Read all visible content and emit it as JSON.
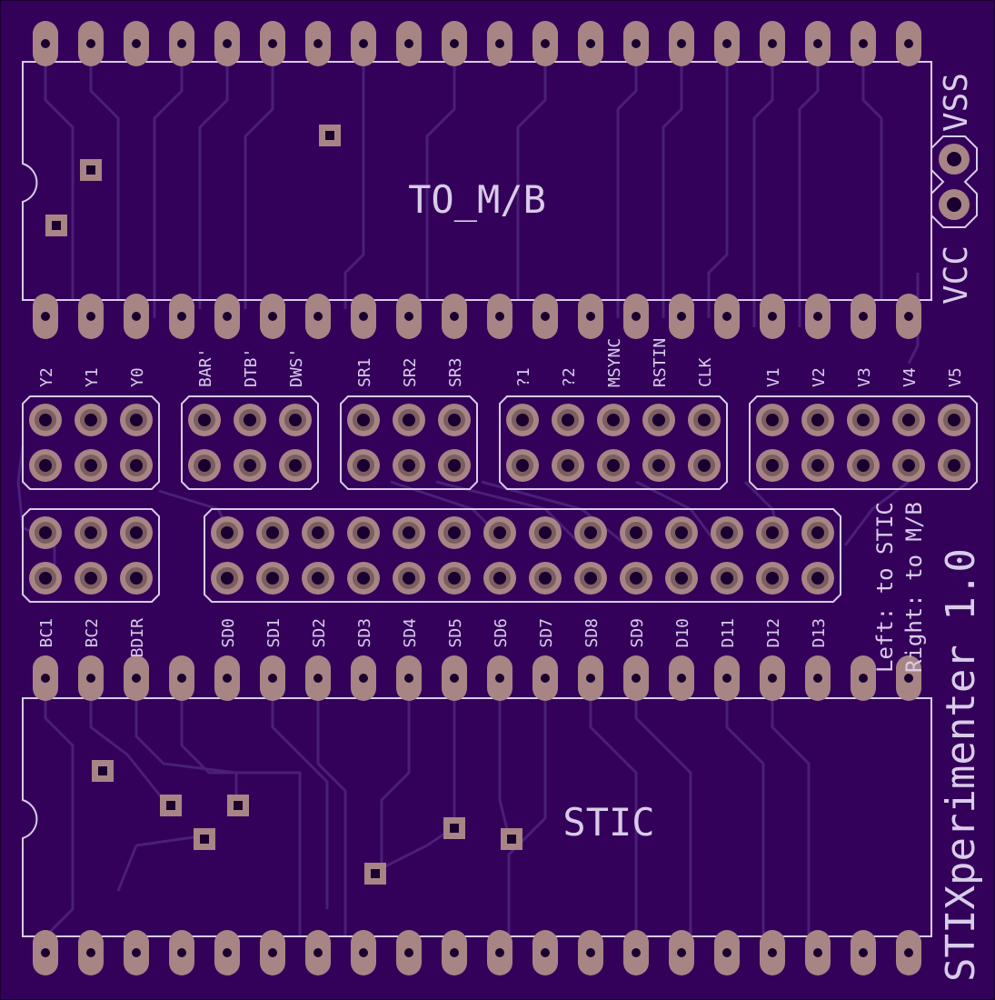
{
  "board": {
    "title_line": "STIXperimenter 1.0",
    "note_left": "Left: to STIC",
    "note_right": "Right: to M/B",
    "colors": {
      "board": "#33005a",
      "trace": "#4a1f78",
      "pad": "#a78585",
      "pad_dark": "#7a5e60",
      "hole": "#1a0030",
      "silk": "#d8cce8"
    }
  },
  "chips": {
    "top": {
      "name": "TO_M/B",
      "pins_per_side": 20
    },
    "bottom": {
      "name": "STIC",
      "pins_per_side": 20
    }
  },
  "power": {
    "vss": "VSS",
    "vcc": "VCC"
  },
  "header_rows": {
    "upper": [
      {
        "label": "Y2",
        "col": 0
      },
      {
        "label": "Y1",
        "col": 1
      },
      {
        "label": "Y0",
        "col": 2
      },
      {
        "label": "BAR'",
        "col": 3.5
      },
      {
        "label": "DTB'",
        "col": 4.5
      },
      {
        "label": "DWS'",
        "col": 5.5
      },
      {
        "label": "SR1",
        "col": 7
      },
      {
        "label": "SR2",
        "col": 8
      },
      {
        "label": "SR3",
        "col": 9
      },
      {
        "label": "?1",
        "col": 10.5
      },
      {
        "label": "?2",
        "col": 11.5
      },
      {
        "label": "MSYNC",
        "col": 12.5
      },
      {
        "label": "RSTIN",
        "col": 13.5
      },
      {
        "label": "CLK",
        "col": 14.5
      },
      {
        "label": "V1",
        "col": 16
      },
      {
        "label": "V2",
        "col": 17
      },
      {
        "label": "V3",
        "col": 18
      },
      {
        "label": "V4",
        "col": 19
      },
      {
        "label": "V5",
        "col": 20
      }
    ],
    "lower": [
      {
        "label": "BC1",
        "col": 0
      },
      {
        "label": "BC2",
        "col": 1
      },
      {
        "label": "BDIR",
        "col": 2
      },
      {
        "label": "SD0",
        "col": 4
      },
      {
        "label": "SD1",
        "col": 5
      },
      {
        "label": "SD2",
        "col": 6
      },
      {
        "label": "SD3",
        "col": 7
      },
      {
        "label": "SD4",
        "col": 8
      },
      {
        "label": "SD5",
        "col": 9
      },
      {
        "label": "SD6",
        "col": 10
      },
      {
        "label": "SD7",
        "col": 11
      },
      {
        "label": "SD8",
        "col": 12
      },
      {
        "label": "SD9",
        "col": 13
      },
      {
        "label": "D10",
        "col": 14
      },
      {
        "label": "D11",
        "col": 15
      },
      {
        "label": "D12",
        "col": 16
      },
      {
        "label": "D13",
        "col": 17
      }
    ],
    "upper_groups": [
      [
        0,
        2
      ],
      [
        3.5,
        5.5
      ],
      [
        7,
        9
      ],
      [
        10.5,
        14.5
      ],
      [
        16,
        20
      ]
    ],
    "lower_groups": [
      [
        0,
        2
      ],
      [
        4,
        17
      ]
    ]
  }
}
